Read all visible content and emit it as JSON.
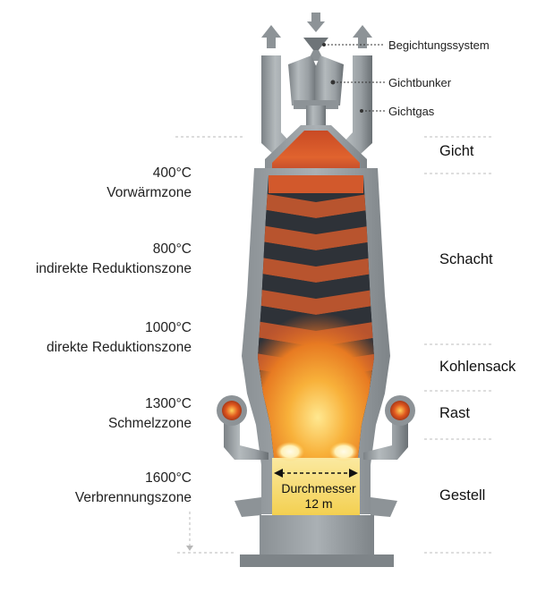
{
  "callouts": {
    "charging": "Begichtungssystem",
    "bunker": "Gichtbunker",
    "gas": "Gichtgas"
  },
  "zones": [
    {
      "temp": "400°C",
      "name": "Vorwärmzone"
    },
    {
      "temp": "800°C",
      "name": "indirekte Reduktionszone"
    },
    {
      "temp": "1000°C",
      "name": "direkte Reduktionszone"
    },
    {
      "temp": "1300°C",
      "name": "Schmelzzone"
    },
    {
      "temp": "1600°C",
      "name": "Verbrennungszone"
    }
  ],
  "parts": {
    "throat": "Gicht",
    "shaft": "Schacht",
    "bosh_top": "Kohlensack",
    "bosh": "Rast",
    "hearth": "Gestell"
  },
  "diameter": {
    "label": "Durchmesser",
    "value": "12 m"
  },
  "colors": {
    "steel": "#9aa0a4",
    "steel_dark": "#6e7478",
    "ore": "#b8542e",
    "coke": "#2e3238",
    "glow": "#f6a532",
    "molten": "#f7e07a"
  }
}
